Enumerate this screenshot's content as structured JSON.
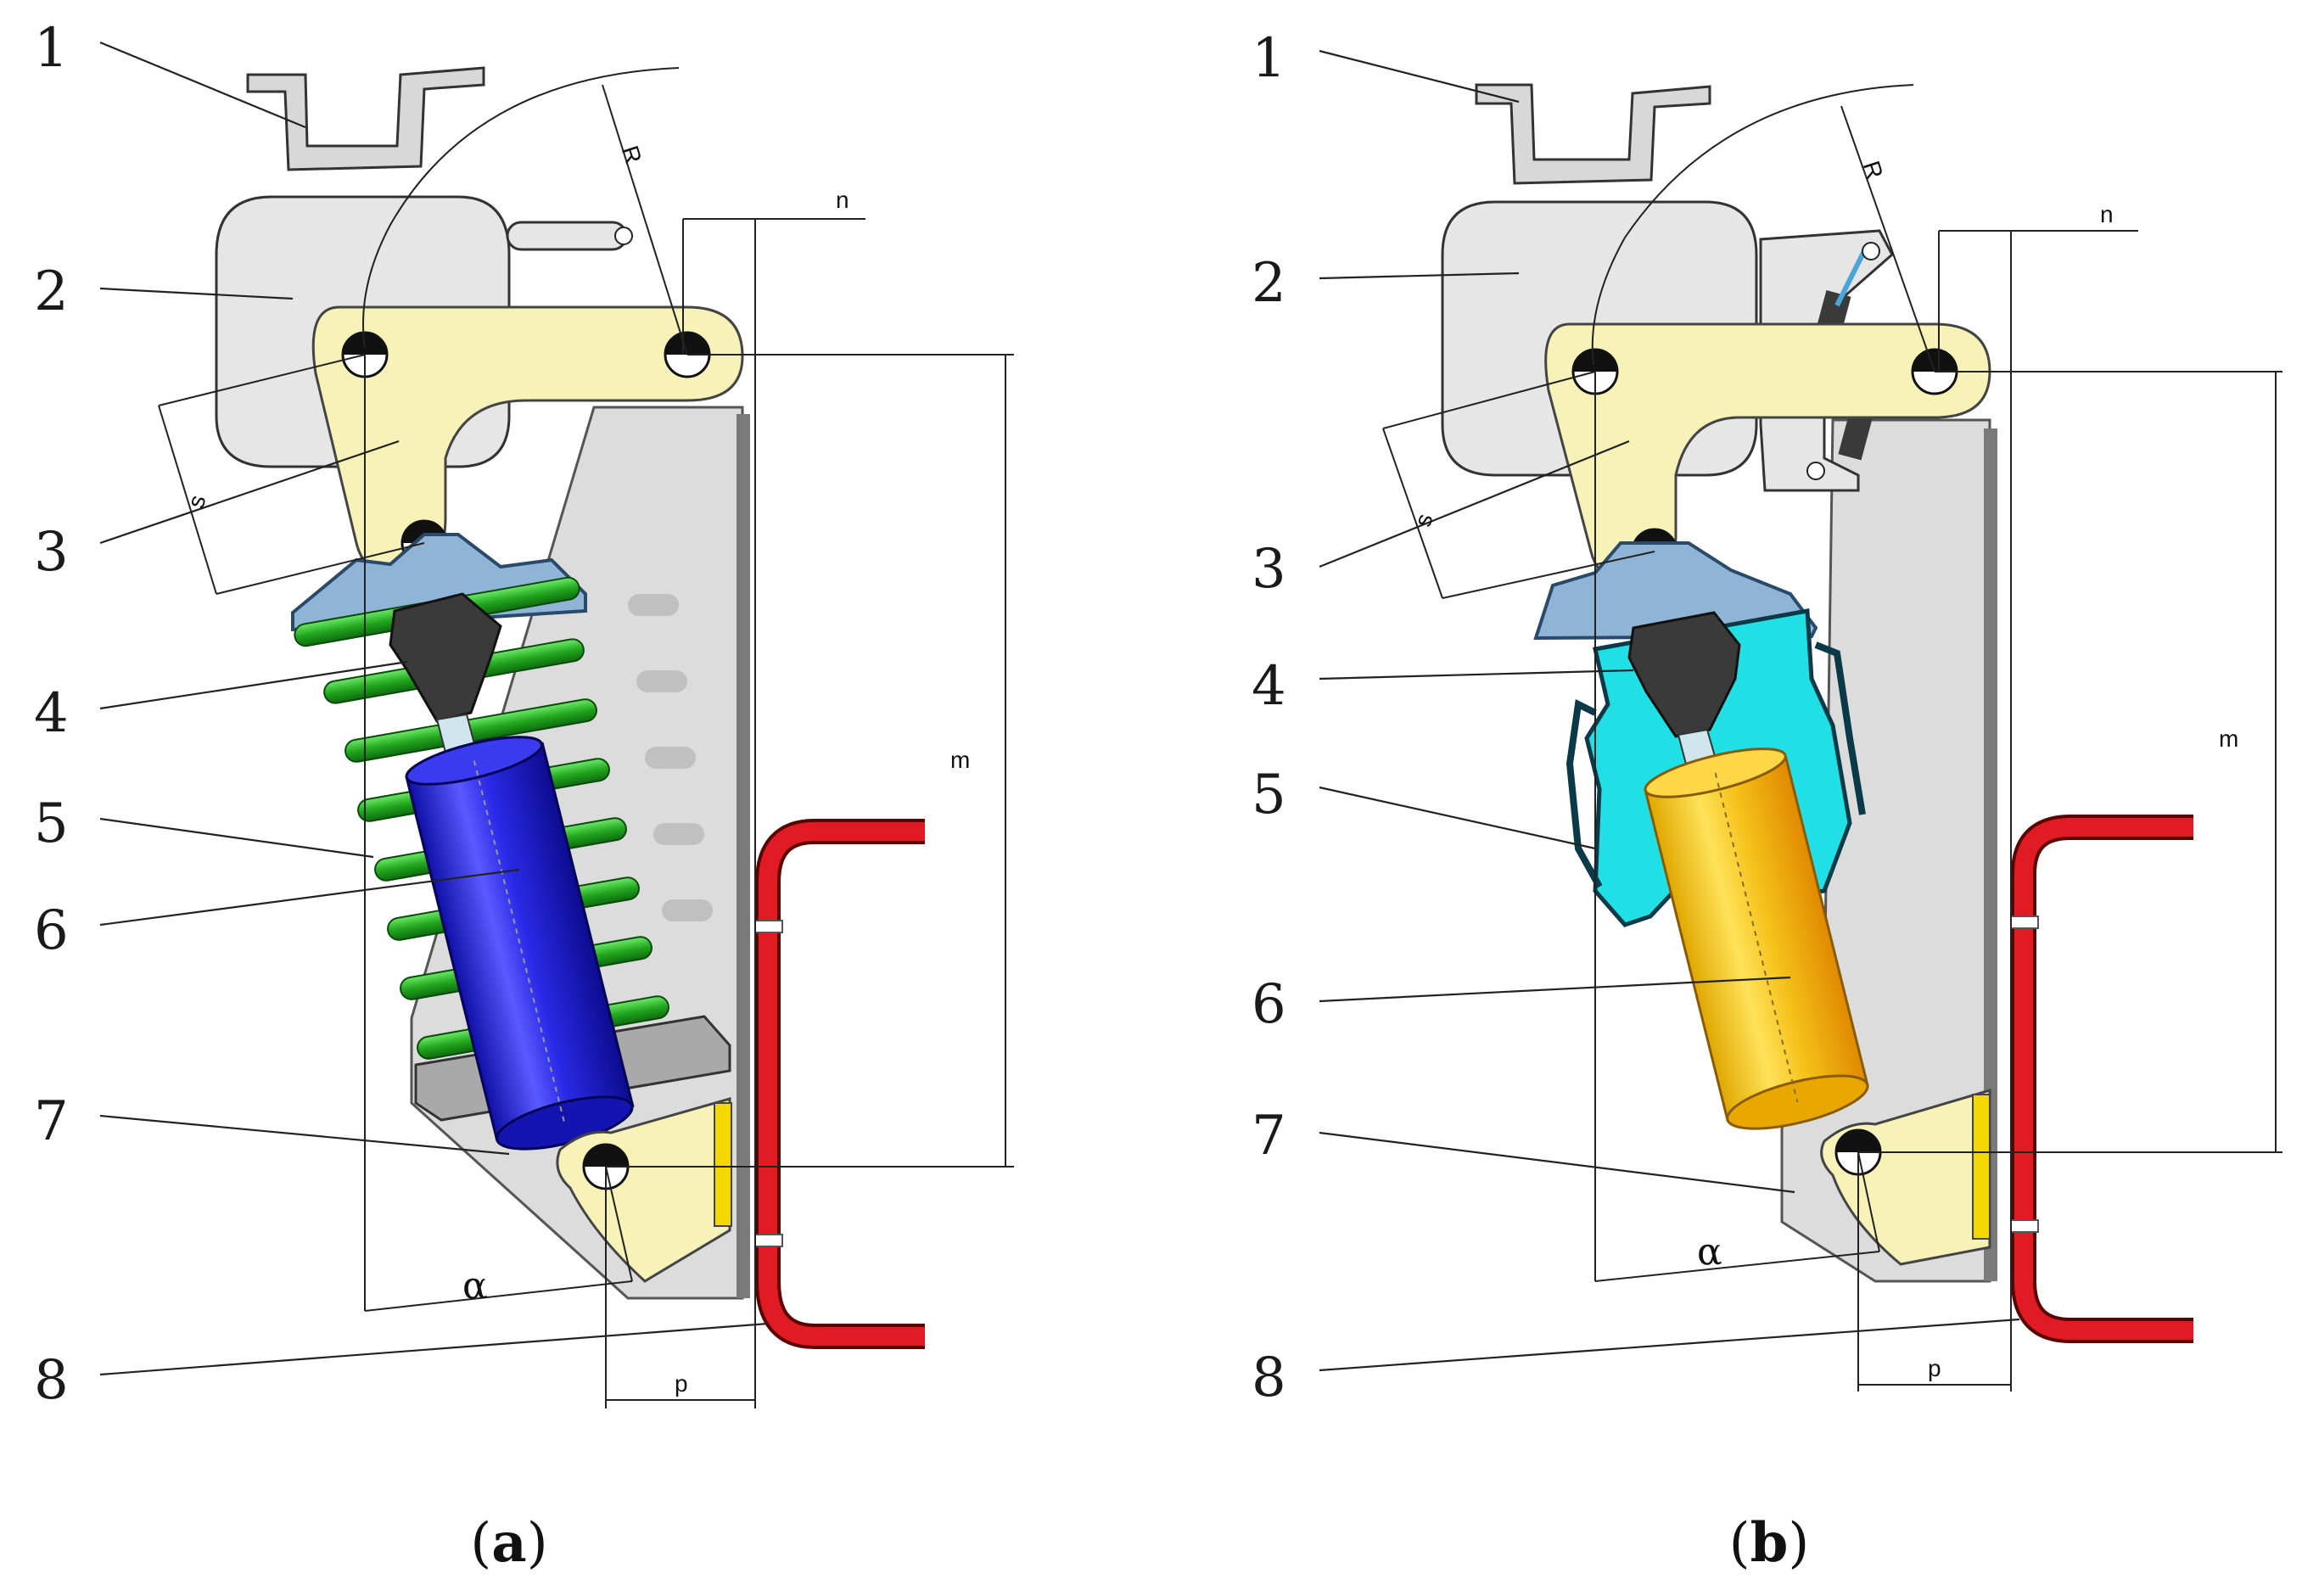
{
  "panels": [
    {
      "id": "a",
      "caption": {
        "open": "(",
        "letter": "a",
        "close": ")"
      },
      "part_numbers": [
        "1",
        "2",
        "3",
        "4",
        "5",
        "6",
        "7",
        "8"
      ],
      "dims": {
        "R": "R",
        "n": "n",
        "s": "s",
        "m": "m",
        "p": "p",
        "alpha": "α"
      },
      "colors": {
        "spring": "#22a81e",
        "cylinder": "#2020d8",
        "bracket": "#f6f2b8",
        "boot": "#8fb4d6",
        "bumper": "#e01b24"
      }
    },
    {
      "id": "b",
      "caption": {
        "open": "(",
        "letter": "b",
        "close": ")"
      },
      "part_numbers": [
        "1",
        "2",
        "3",
        "4",
        "5",
        "6",
        "7",
        "8"
      ],
      "dims": {
        "R": "R",
        "n": "n",
        "s": "s",
        "m": "m",
        "p": "p",
        "alpha": "α"
      },
      "colors": {
        "boot": "#20e0e6",
        "cylinder": "#f2c21a",
        "bracket": "#f6f2b8",
        "bumper": "#e01b24"
      }
    }
  ]
}
